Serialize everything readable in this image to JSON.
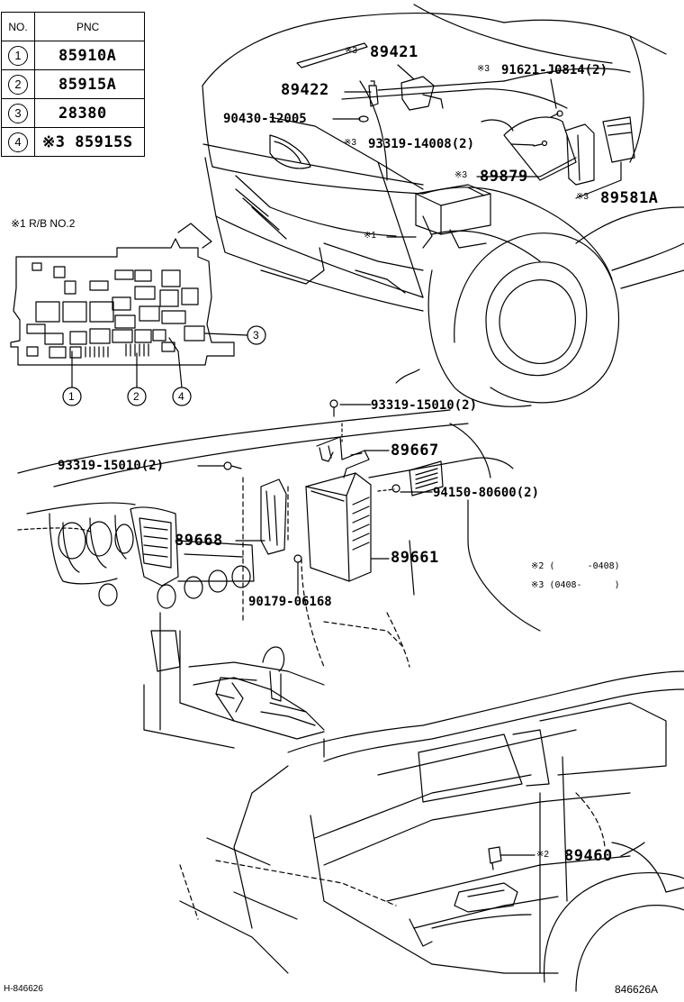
{
  "legend": {
    "headers": {
      "no": "NO.",
      "pnc": "PNC"
    },
    "rows": [
      {
        "no": "1",
        "pnc": "85910A"
      },
      {
        "no": "2",
        "pnc": "85915A"
      },
      {
        "no": "3",
        "pnc": "28380"
      },
      {
        "no": "4",
        "pnc": "※3 85915S"
      }
    ]
  },
  "relay_block": {
    "title": "※1  R/B NO.2",
    "callouts": [
      "1",
      "2",
      "4",
      "3"
    ]
  },
  "engine_labels": {
    "p89421": "89421",
    "p89421_note": "※3",
    "p89422": "89422",
    "p91621": "91621-J0814(2)",
    "p91621_note": "※3",
    "p90430": "90430-12005",
    "p93319_14008": "93319-14008(2)",
    "p93319_14008_note": "※3",
    "p89879": "89879",
    "p89879_note": "※3",
    "p89581": "89581A",
    "p89581_note": "※3",
    "star1": "※1"
  },
  "dash_labels": {
    "p93319_15010_a": "93319-15010(2)",
    "p89667": "89667",
    "p93319_15010_b": "93319-15010(2)",
    "p94150": "94150-80600(2)",
    "p89668": "89668",
    "p89661": "89661",
    "p90179": "90179-06168"
  },
  "notes": {
    "n2": "※2 (      -0408)",
    "n3": "※3 (0408-      )"
  },
  "rear_labels": {
    "p89460": "89460",
    "p89460_note": "※2"
  },
  "footer": {
    "left": "H-846626",
    "right": "846626A"
  }
}
